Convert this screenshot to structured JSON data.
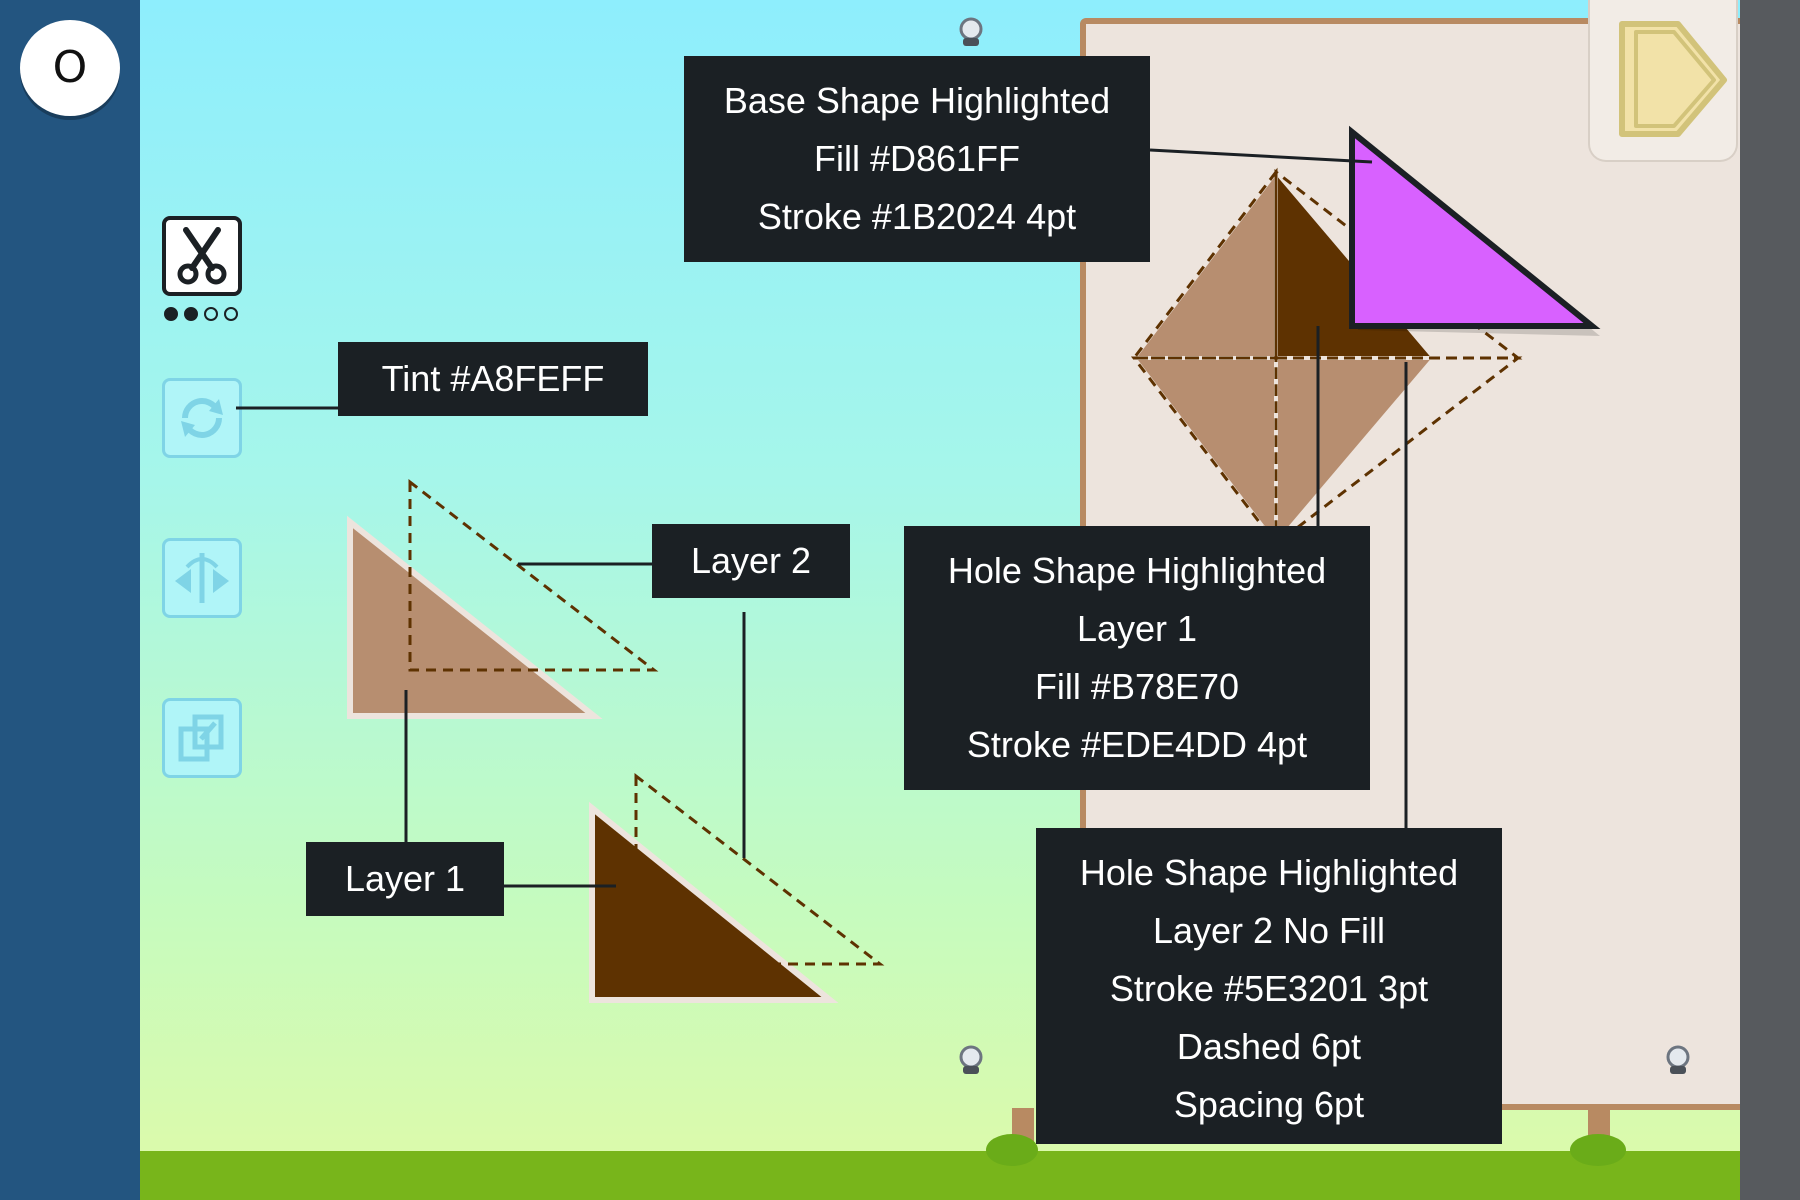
{
  "mode_button": {
    "label": "O"
  },
  "toolbar": {
    "tools": [
      {
        "name": "scissors",
        "icon": "scissors-icon",
        "active": true
      },
      {
        "name": "rotate",
        "icon": "rotate-icon",
        "active": false
      },
      {
        "name": "flip",
        "icon": "flip-icon",
        "active": false
      },
      {
        "name": "copy",
        "icon": "copy-icon",
        "active": false
      }
    ],
    "pager": {
      "total": 4,
      "filled": 2
    }
  },
  "next_button": {
    "icon": "next-arrow-icon"
  },
  "labels": {
    "base_shape": [
      "Base Shape Highlighted",
      "Fill #D861FF",
      "Stroke #1B2024 4pt"
    ],
    "tint": "Tint #A8FEFF",
    "layer2": "Layer 2",
    "layer1": "Layer 1",
    "hole_layer1": [
      "Hole Shape Highlighted",
      "Layer 1",
      "Fill #B78E70",
      "Stroke #EDE4DD 4pt"
    ],
    "hole_layer2": [
      "Hole Shape Highlighted",
      "Layer 2 No Fill",
      "Stroke #5E3201 3pt",
      "Dashed 6pt",
      "Spacing 6pt"
    ]
  },
  "colors": {
    "base_fill": "#D861FF",
    "base_stroke": "#1B2024",
    "tint": "#A8FEFF",
    "hole_fill": "#B78E70",
    "hole_stroke": "#EDE4DD",
    "layer2_stroke": "#5E3201",
    "board": "#EDE4DD",
    "sidebar": "#235580",
    "grass": "#78b51b"
  }
}
